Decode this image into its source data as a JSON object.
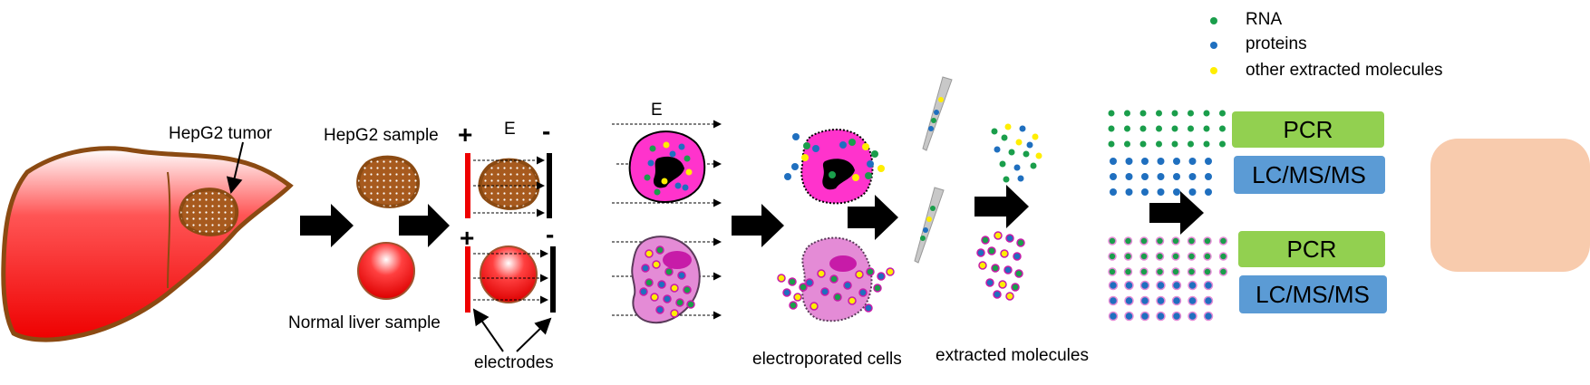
{
  "legend": {
    "rna": "RNA",
    "proteins": "proteins",
    "other": "other extracted molecules"
  },
  "labels": {
    "hepg2_tumor": "HepG2 tumor",
    "hepg2_sample": "HepG2 sample",
    "normal_sample": "Normal liver sample",
    "field": "E",
    "plus": "+",
    "minus": "-",
    "electrodes": "electrodes",
    "electroporated_cells": "electroporated cells",
    "extracted_molecules": "extracted molecules"
  },
  "assays": {
    "pcr": "PCR",
    "lcms": "LC/MS/MS"
  },
  "colors": {
    "rna": "#1a9e4b",
    "protein": "#1f6fbf",
    "other": "#ffee00",
    "tumor": "#8b4a12",
    "liver": "#ee0000",
    "cell_tumor": "#ff33cc",
    "cell_normal": "#e48bd6",
    "pcr_box": "#92d050",
    "lcms_box": "#5b9bd5",
    "result_box": "#f8cbad"
  }
}
